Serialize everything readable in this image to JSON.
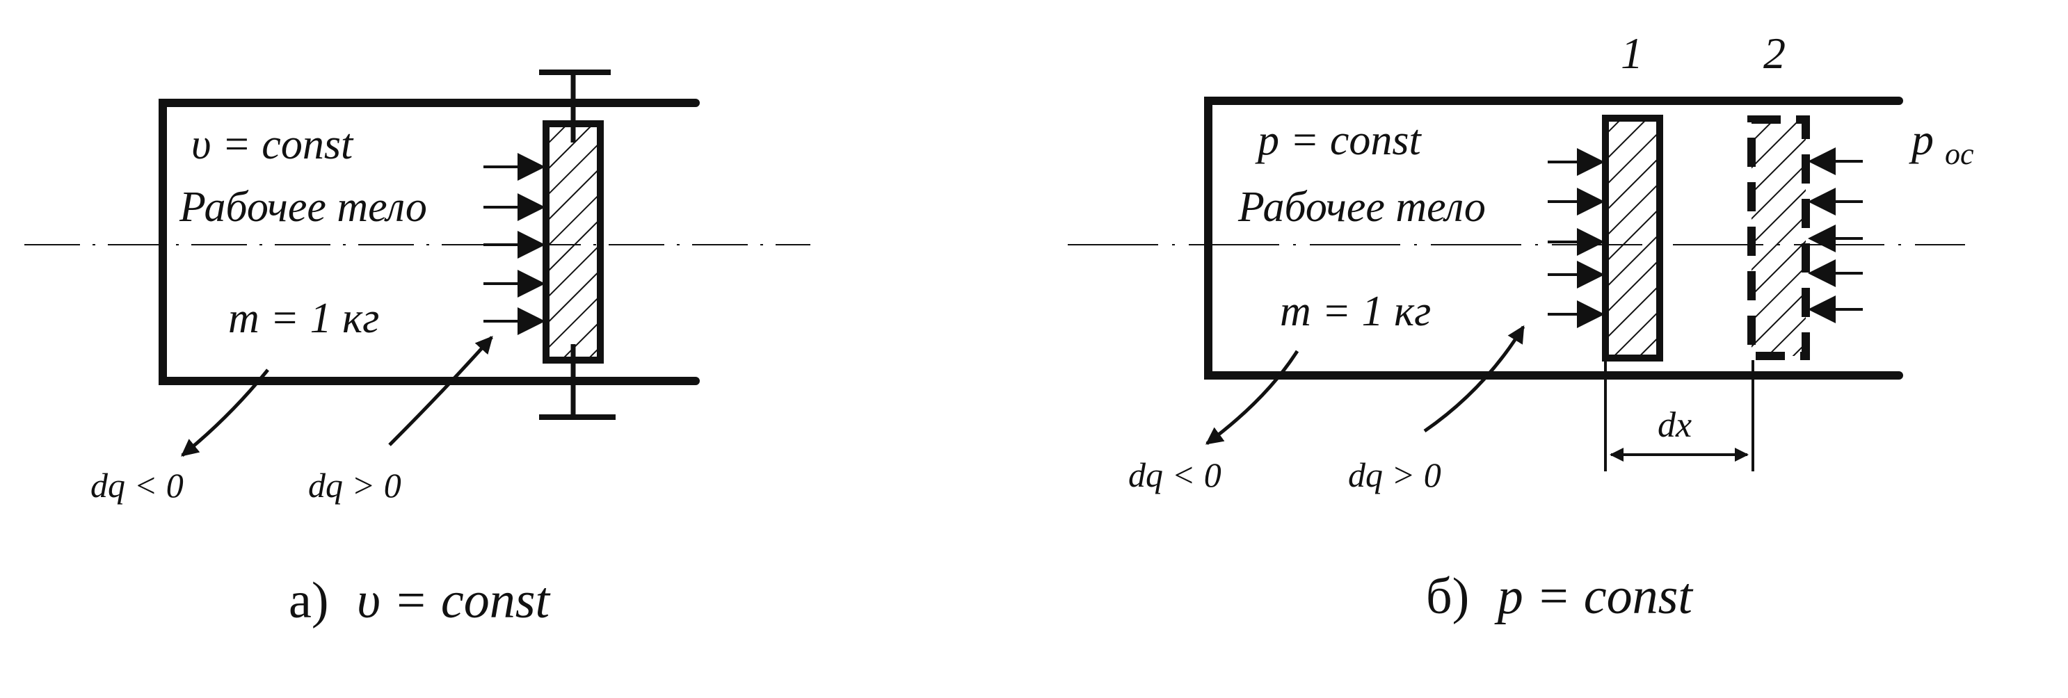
{
  "diagrams": [
    {
      "id": "a",
      "state_label": "υ = const",
      "body_label": "Рабочее тело",
      "mass_label": "m = 1 кг",
      "heat_out_label": "dq < 0",
      "heat_in_label": "dq > 0",
      "caption_prefix": "а)",
      "caption_formula": "υ = const"
    },
    {
      "id": "b",
      "state_label": "p = const",
      "body_label": "Рабочее тело",
      "mass_label": "m = 1 кг",
      "heat_out_label": "dq < 0",
      "heat_in_label": "dq > 0",
      "piston_1_label": "1",
      "piston_2_label": "2",
      "ambient_pressure_base": "p",
      "ambient_pressure_sub": "ос",
      "displacement_label": "dx",
      "caption_prefix": "б)",
      "caption_formula": "p = const"
    }
  ]
}
